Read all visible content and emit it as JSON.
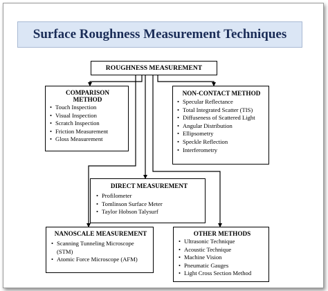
{
  "title": "Surface Roughness Measurement Techniques",
  "root": "ROUGHNESS MEASUREMENT",
  "comparison": {
    "title_line1": "COMPARISON",
    "title_line2": "METHOD",
    "items": [
      "Touch Inspection",
      "Visual Inspection",
      "Scratch Inspection",
      "Friction Measurement",
      "Gloss Measurement"
    ]
  },
  "noncontact": {
    "title": "NON-CONTACT METHOD",
    "items": [
      "Specular Reflectance",
      "Total Integrated Scatter (TIS)",
      "Diffuseness of Scattered Light",
      "Angular Distribution",
      "Ellipsometry",
      "Speckle Reflection",
      "Interferometry"
    ]
  },
  "direct": {
    "title": "DIRECT MEASUREMENT",
    "items": [
      "Profilometer",
      "Tomlinson Surface Meter",
      "Taylor Hobson Talysurf"
    ]
  },
  "nanoscale": {
    "title": "NANOSCALE MEASUREMENT",
    "item1_line1": "Scanning Tunneling Microscope",
    "item1_line2": "(STM)",
    "item2": "Atomic Force Microscope (AFM)"
  },
  "other": {
    "title": "OTHER METHODS",
    "items": [
      "Ultrasonic Technique",
      "Acoustic Technique",
      "Machine Vision",
      "Pneumatic Gauges",
      "Light Cross Section Method"
    ]
  },
  "colors": {
    "title_band": "#dbe6f5",
    "title_text": "#1a2c57",
    "line": "#000000"
  }
}
